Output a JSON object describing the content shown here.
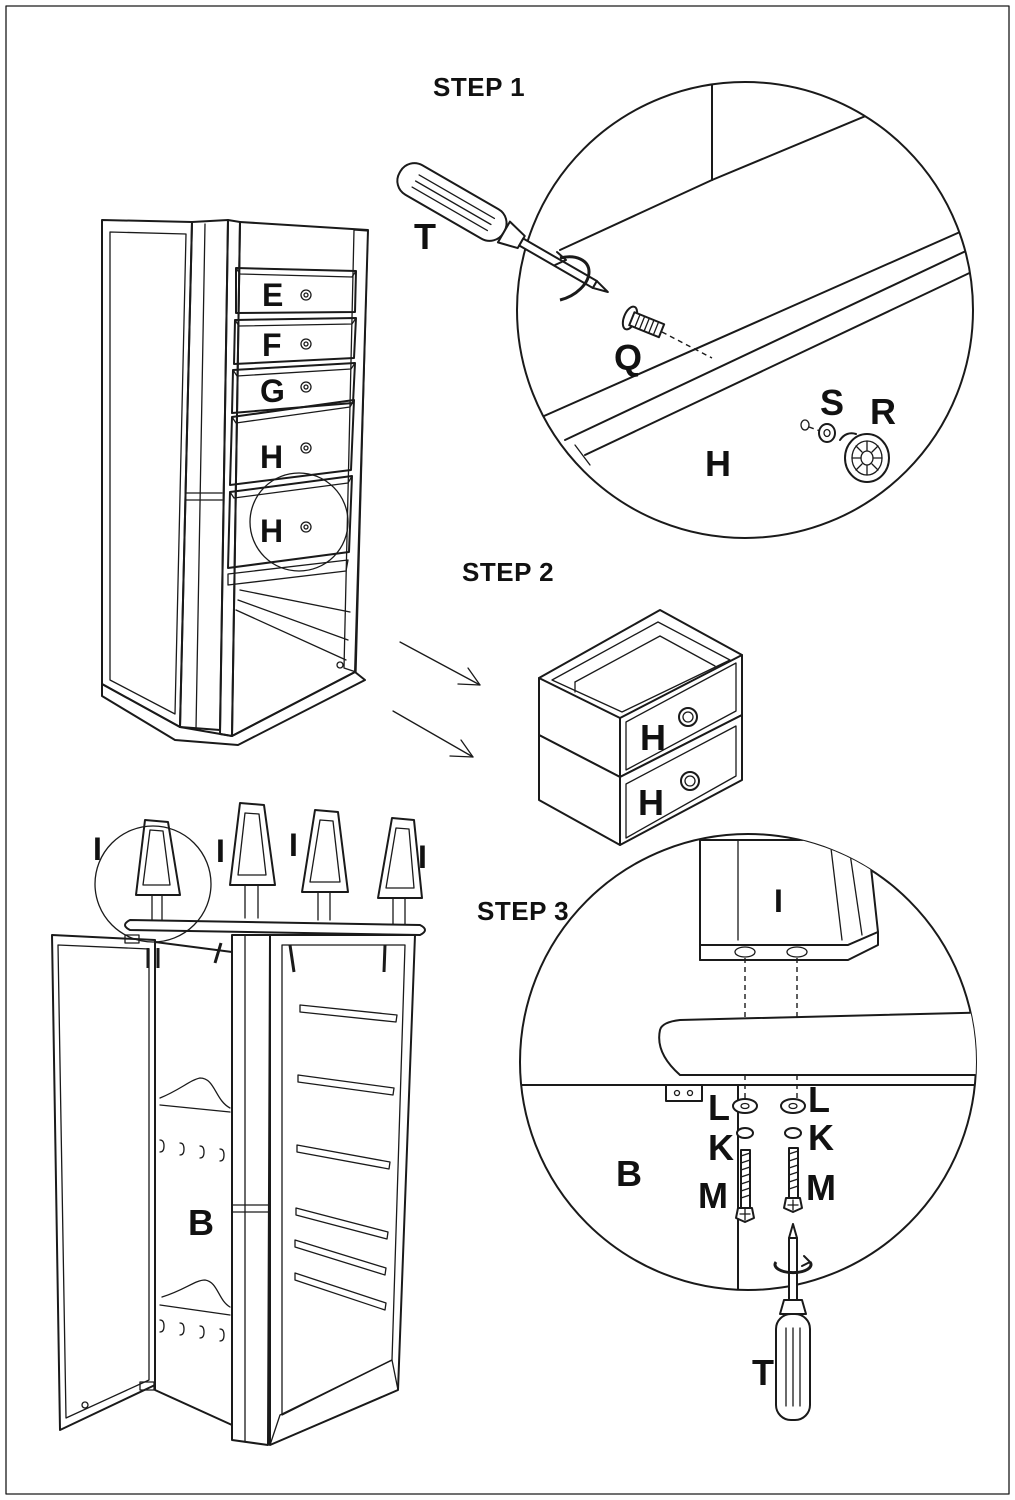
{
  "steps": {
    "step1": "STEP 1",
    "step2": "STEP 2",
    "step3": "STEP 3"
  },
  "cabinet_labels": {
    "e": "E",
    "f": "F",
    "g": "G",
    "h_upper": "H",
    "h_lower": "H"
  },
  "step1_detail": {
    "tool": "T",
    "screw": "Q",
    "washer": "S",
    "knob": "R",
    "drawer": "H"
  },
  "step2_detail": {
    "drawer_top": "H",
    "drawer_bottom": "H"
  },
  "step3_assembly": {
    "top_1": "I",
    "top_2": "I",
    "top_3": "I",
    "top_4": "I",
    "door": "B"
  },
  "step3_detail": {
    "top": "I",
    "body": "B",
    "washer_left": "L",
    "washer_right": "L",
    "lock_left": "K",
    "lock_right": "K",
    "bolt_left": "M",
    "bolt_right": "M",
    "tool": "T"
  }
}
